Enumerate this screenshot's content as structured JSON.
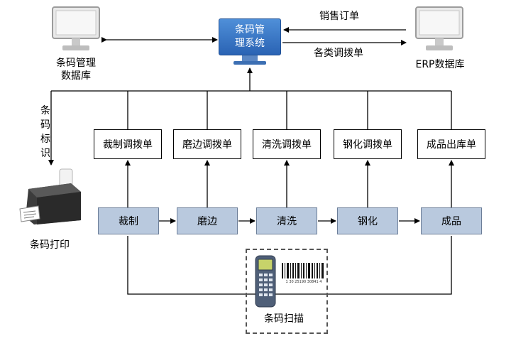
{
  "system": {
    "line1": "条码管",
    "line2": "理系统"
  },
  "left_db": {
    "line1": "条码管理",
    "line2": "数据库"
  },
  "erp_db": {
    "label": "ERP数据库"
  },
  "arrows": {
    "top": "销售订单",
    "bottom": "各类调拨单"
  },
  "barcode_label": {
    "chars": [
      "条",
      "码",
      "标",
      "识"
    ]
  },
  "printer": {
    "label": "条码打印"
  },
  "documents": [
    "裁制调拨单",
    "磨边调拨单",
    "清洗调拨单",
    "钢化调拨单",
    "成品出库单"
  ],
  "processes": [
    "裁制",
    "磨边",
    "清洗",
    "钢化",
    "成品"
  ],
  "scanner": {
    "label": "条码扫描",
    "barcode_digits": "1 30 25190 30841 4"
  },
  "colors": {
    "process_fill": "#b9c9de",
    "system_fill": "#3a7bd5",
    "line": "#000000"
  }
}
